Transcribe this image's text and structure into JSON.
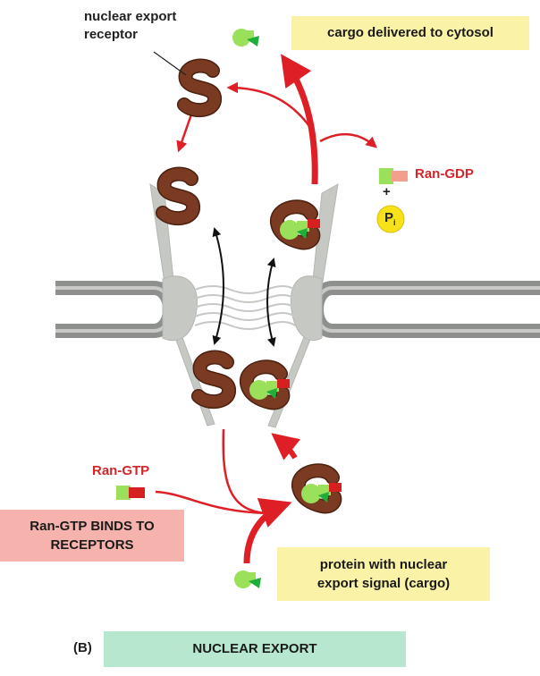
{
  "labels": {
    "receptor_label_line1": "nuclear export",
    "receptor_label_line2": "receptor",
    "cargo_delivered": "cargo delivered to cytosol",
    "ran_gdp": "Ran-GDP",
    "plus": "+",
    "pi_main": "P",
    "pi_sub": "i",
    "ran_gtp": "Ran-GTP",
    "ran_gtp_binds_line1": "Ran-GTP BINDS TO",
    "ran_gtp_binds_line2": "RECEPTORS",
    "cargo_line1": "protein with nuclear",
    "cargo_line2": "export signal (cargo)",
    "panel_letter": "(B)",
    "panel_title": "NUCLEAR EXPORT"
  },
  "colors": {
    "receptor": "#7a3b22",
    "receptor_edge": "#4a2010",
    "cargo": "#9be05a",
    "cargo_tag": "#1fae3a",
    "ran_gtp": "#d6201f",
    "ran_gdp": "#f2a08c",
    "arrow_red": "#df1f26",
    "arrow_black": "#111111",
    "pore": "#c6c8c4",
    "membrane": "#8e908e",
    "box_yellow": "#faf2a6",
    "box_pink": "#f6b3ad",
    "box_mint": "#b7e8cf",
    "pi_circle": "#f7e21a"
  }
}
